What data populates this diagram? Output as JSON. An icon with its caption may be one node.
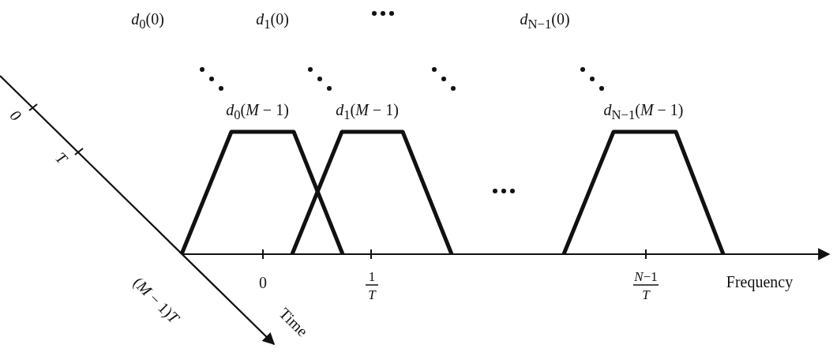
{
  "diagram": {
    "labels": [
      "*d*$_{0}$(0)",
      "*d*$_{1}$(0)",
      "*d*$_{N−1}$(0)",
      "*0*",
      "*T*",
      "*d*$_{0}$(*M* − 1)",
      "*d*$_{1}$(*M* − 1)",
      "*d*$_{N−1}$(*M* − 1)",
      "(*M* − 1)*T*",
      "0",
      "1",
      "*T*",
      "*N*−1",
      "*T*",
      "Frequency",
      "Time"
    ]
  }
}
